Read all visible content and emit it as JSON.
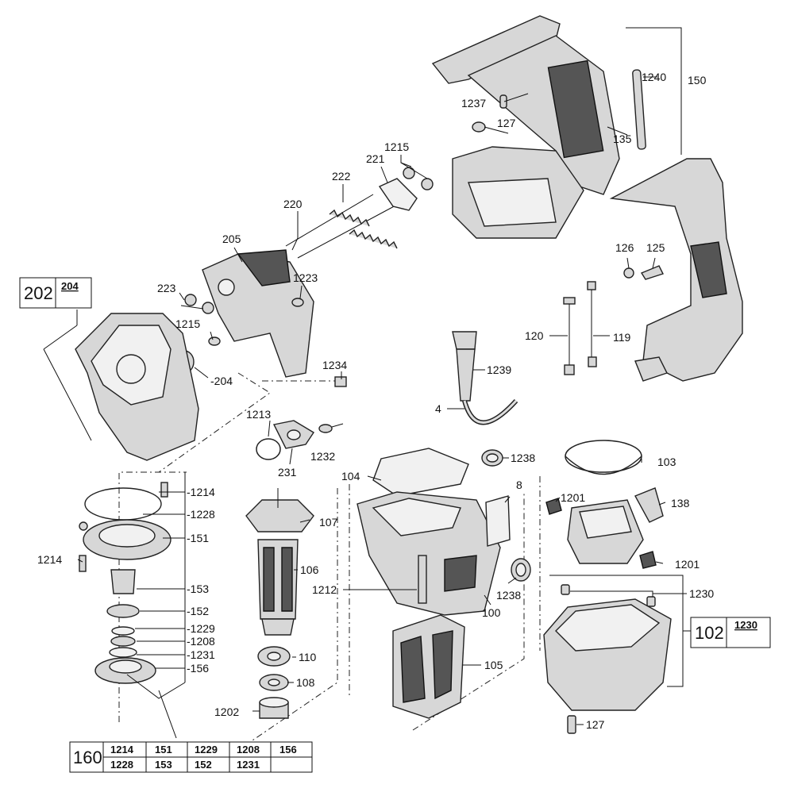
{
  "labels": {
    "p150": "150",
    "p1240": "1240",
    "p1237": "1237",
    "p127a": "127",
    "p135": "135",
    "p1215a": "1215",
    "p221": "221",
    "p222": "222",
    "p220": "220",
    "p205": "205",
    "p1223": "1223",
    "p223": "223",
    "p1215b": "1215",
    "p204": "-204",
    "p1234": "1234",
    "p1213": "1213",
    "p1232": "1232",
    "p231": "231",
    "p126": "126",
    "p125": "125",
    "p120": "120",
    "p119": "119",
    "p1239": "1239",
    "p4": "4",
    "p1238a": "1238",
    "p104": "104",
    "p8": "8",
    "p103": "103",
    "p1201a": "1201",
    "p138": "138",
    "p1201b": "1201",
    "p1214a": "-1214",
    "p1228": "-1228",
    "p151": "-151",
    "p1214b": "1214",
    "p153": "-153",
    "p152": "-152",
    "p1229": "-1229",
    "p1208": "-1208",
    "p1231": "-1231",
    "p156": "-156",
    "p107": "107",
    "p106": "106",
    "p1212": "1212",
    "p1238b": "1238",
    "p100": "100",
    "p110": "110",
    "p108": "108",
    "p1202": "1202",
    "p105": "105",
    "p1230": "1230",
    "p127b": "127"
  },
  "kits": {
    "k202": {
      "id": "202",
      "items": [
        "204"
      ]
    },
    "k102": {
      "id": "102",
      "items": [
        "1230"
      ]
    },
    "k160": {
      "id": "160",
      "row1": [
        "1214",
        "151",
        "1229",
        "1208",
        "156"
      ],
      "row2": [
        "1228",
        "153",
        "152",
        "1231",
        ""
      ]
    }
  }
}
